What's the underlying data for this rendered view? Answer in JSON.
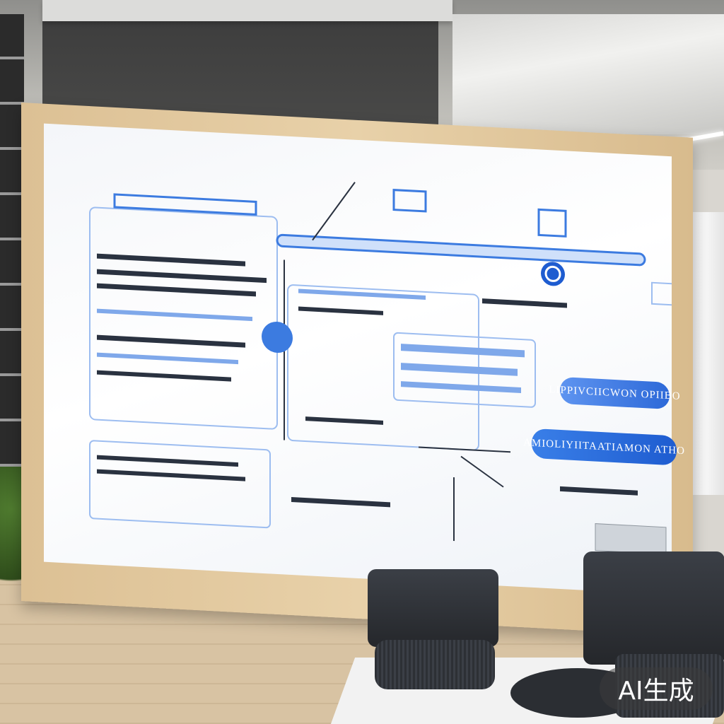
{
  "board": {
    "label_pill_a": "LIPPIVCIICWON OPIIBO",
    "label_pill_b": "AMIOLIYIITAATIAMON ATHO"
  },
  "colors": {
    "board_blue": "#3c7be0",
    "board_light_blue": "#a9c8f2",
    "frame_wood": "#e2c89f",
    "ink_dark": "#2a3240"
  },
  "watermark": {
    "text": "AI生成"
  }
}
